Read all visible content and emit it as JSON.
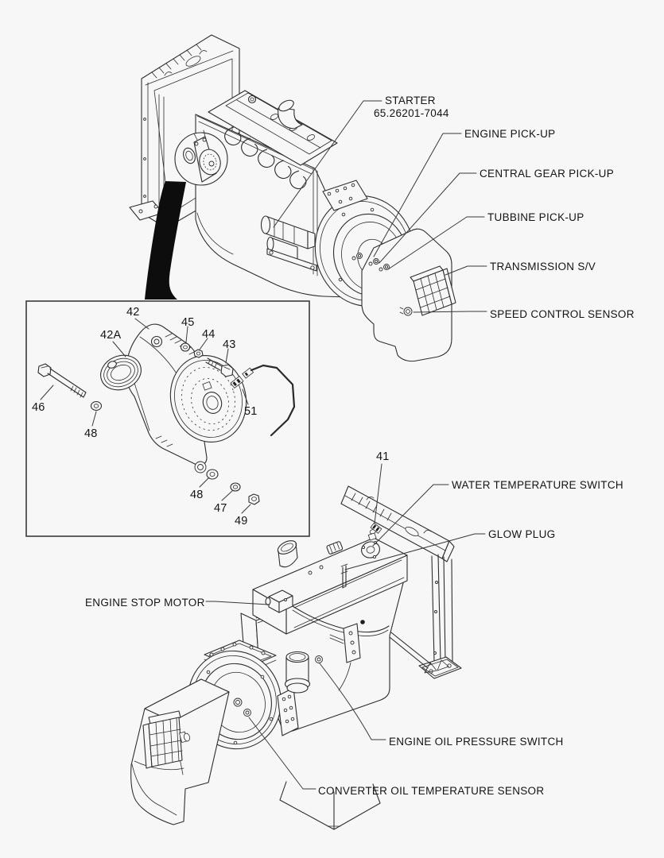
{
  "palette": {
    "background": "#f7f7f7",
    "line": "#2e2e2e",
    "text": "#141414",
    "swoosh": "#0d0d0d"
  },
  "top_assembly": {
    "labels": {
      "starter": "STARTER",
      "starter_part_number": "65.26201-7044",
      "engine_pickup": "ENGINE PICK-UP",
      "central_gear_pickup": "CENTRAL GEAR PICK-UP",
      "tubbine_pickup": "TUBBINE PICK-UP",
      "transmission_sv": "TRANSMISSION S/V",
      "speed_control_sensor": "SPEED CONTROL SENSOR"
    }
  },
  "inset_detail": {
    "callouts": {
      "c42": "42",
      "c42a": "42A",
      "c43": "43",
      "c44": "44",
      "c45": "45",
      "c46": "46",
      "c47": "47",
      "c48_upper": "48",
      "c48_lower": "48",
      "c49": "49",
      "c51": "51"
    }
  },
  "bottom_assembly": {
    "labels": {
      "callout_41": "41",
      "water_temperature_switch": "WATER TEMPERATURE SWITCH",
      "glow_plug": "GLOW PLUG",
      "engine_stop_motor": "ENGINE STOP MOTOR",
      "engine_oil_pressure_switch": "ENGINE OIL PRESSURE SWITCH",
      "converter_oil_temperature_sensor": "CONVERTER OIL TEMPERATURE SENSOR"
    }
  }
}
